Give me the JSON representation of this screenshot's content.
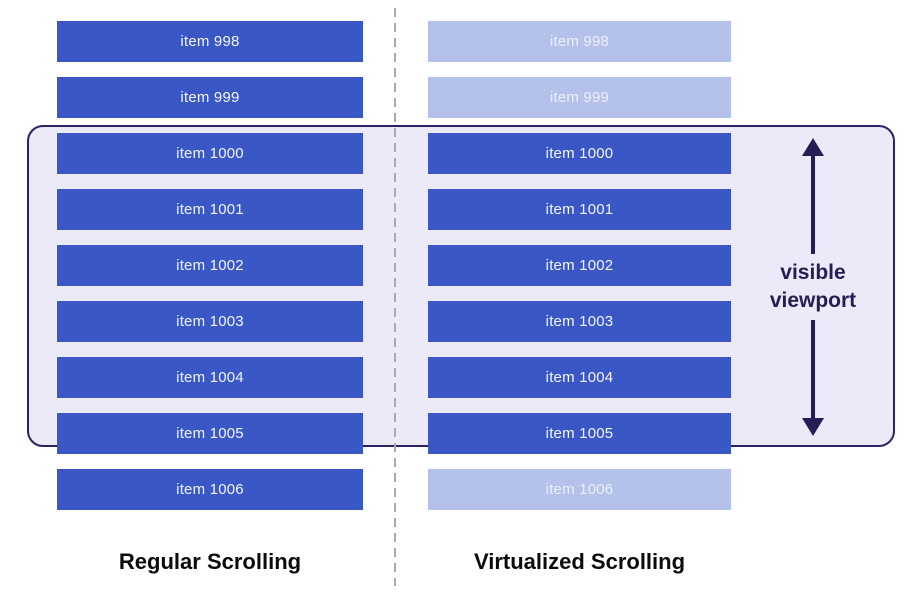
{
  "diagram": {
    "columns": [
      {
        "title": "Regular Scrolling",
        "items": [
          {
            "label": "item 998",
            "state": "rendered"
          },
          {
            "label": "item 999",
            "state": "rendered"
          },
          {
            "label": "item 1000",
            "state": "rendered"
          },
          {
            "label": "item 1001",
            "state": "rendered"
          },
          {
            "label": "item 1002",
            "state": "rendered"
          },
          {
            "label": "item 1003",
            "state": "rendered"
          },
          {
            "label": "item 1004",
            "state": "rendered"
          },
          {
            "label": "item 1005",
            "state": "rendered"
          },
          {
            "label": "item 1006",
            "state": "rendered"
          }
        ]
      },
      {
        "title": "Virtualized Scrolling",
        "items": [
          {
            "label": "item 998",
            "state": "virtualized"
          },
          {
            "label": "item 999",
            "state": "virtualized"
          },
          {
            "label": "item 1000",
            "state": "rendered"
          },
          {
            "label": "item 1001",
            "state": "rendered"
          },
          {
            "label": "item 1002",
            "state": "rendered"
          },
          {
            "label": "item 1003",
            "state": "rendered"
          },
          {
            "label": "item 1004",
            "state": "rendered"
          },
          {
            "label": "item 1005",
            "state": "rendered"
          },
          {
            "label": "item 1006",
            "state": "virtualized"
          }
        ]
      }
    ],
    "viewport": {
      "label_line1": "visible",
      "label_line2": "viewport"
    },
    "colors": {
      "item_rendered": "#3a57c6",
      "item_virtualized": "#b4c1ea",
      "viewport_fill": "#ece9f8",
      "viewport_border": "#2b2164",
      "arrow": "#261d54",
      "divider": "#a9a9ae"
    }
  }
}
